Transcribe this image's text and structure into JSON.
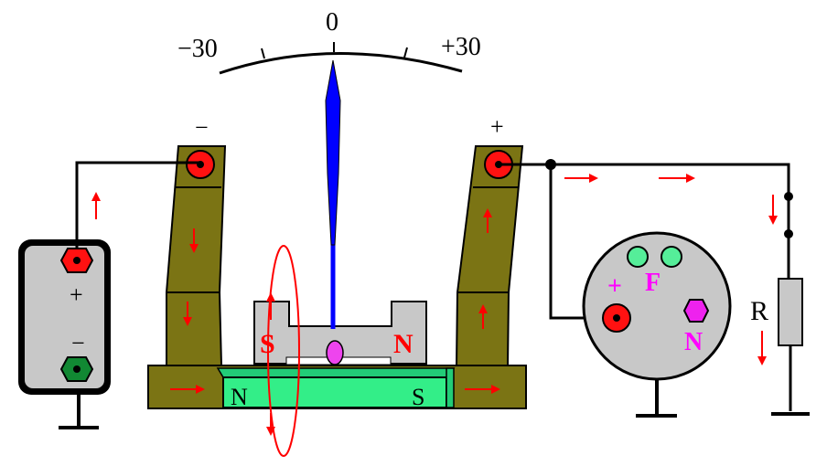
{
  "scale": {
    "left_label": "−30",
    "center_label": "0",
    "right_label": "+30"
  },
  "terminals": {
    "left_sign": "−",
    "right_sign": "+"
  },
  "battery": {
    "top_sign": "+",
    "bottom_sign": "−"
  },
  "upper_magnet": {
    "left_pole": "S",
    "right_pole": "N"
  },
  "lower_magnet": {
    "left_pole": "N",
    "right_pole": "S"
  },
  "generator": {
    "plus_label": "+",
    "f_label": "F",
    "n_label": "N"
  },
  "resistor": {
    "label": "R"
  },
  "colors": {
    "yoke": "#7b7414",
    "magnet_green": "#33ee88",
    "needle": "#0000ff",
    "arrow": "#ff0000",
    "pole_text": "#ff0000",
    "generator_text": "#ff00ff",
    "gray": "#c8c8c8"
  }
}
